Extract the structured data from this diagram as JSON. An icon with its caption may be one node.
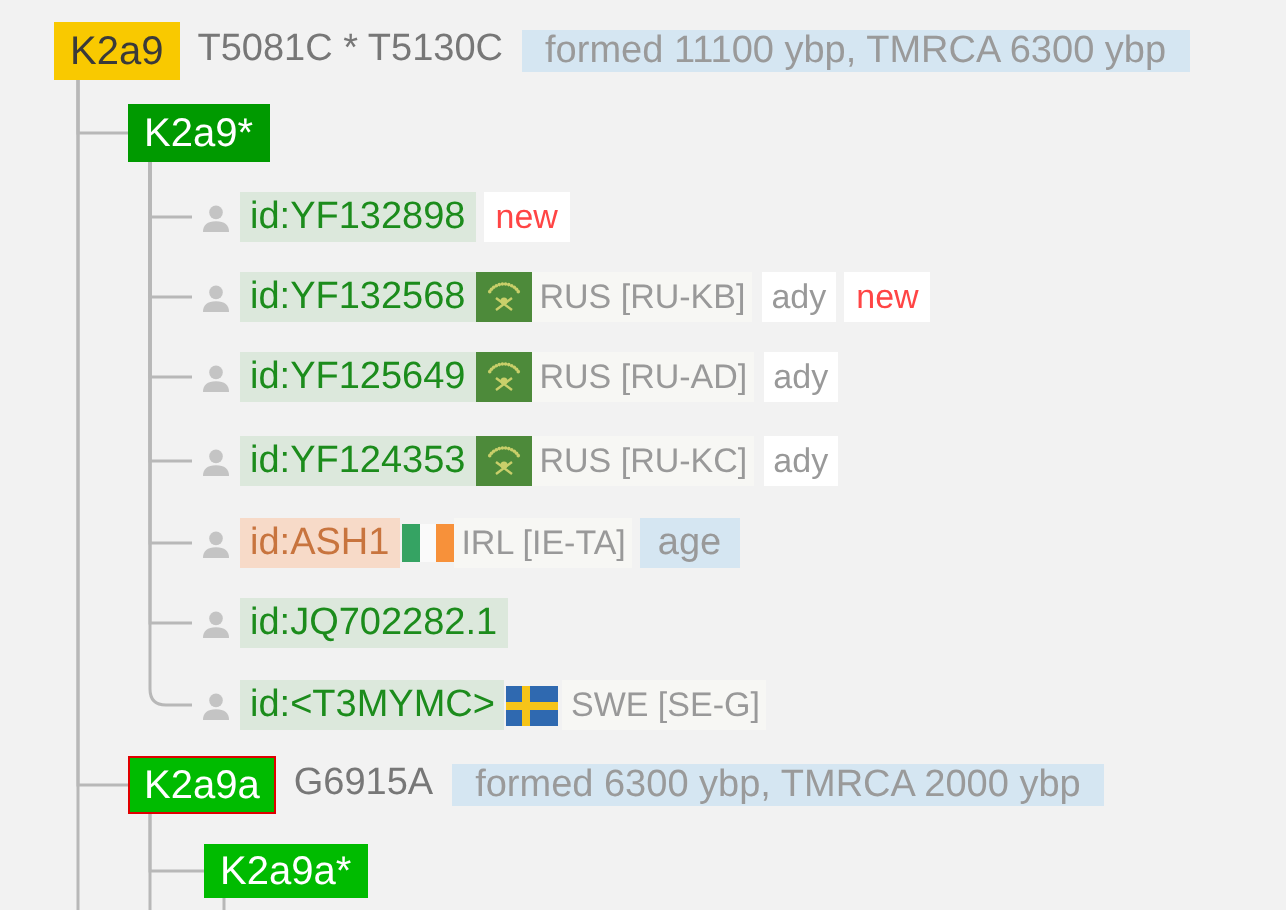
{
  "diagram": {
    "nodes": [
      {
        "text": [
          "K2a9"
        ],
        "beside": [
          "T5081C * T5130C",
          "formed 11100 ybp, TMRCA 6300 ybp"
        ]
      },
      {
        "text": [
          "K2a9*"
        ]
      },
      {
        "text": [
          "id:YF132898"
        ],
        "beside": [
          "new"
        ]
      },
      {
        "text": [
          "id:YF132568"
        ],
        "beside": [
          "RUS [RU-KB]",
          "ady",
          "new"
        ]
      },
      {
        "text": [
          "id:YF125649"
        ],
        "beside": [
          "RUS [RU-AD]",
          "ady"
        ]
      },
      {
        "text": [
          "id:YF124353"
        ],
        "beside": [
          "RUS [RU-KC]",
          "ady"
        ]
      },
      {
        "text": [
          "id:ASH1"
        ],
        "beside": [
          "IRL [IE-TA]",
          "age"
        ]
      },
      {
        "text": [
          "id:JQ702282.1"
        ]
      },
      {
        "text": [
          "id:<T3MYMC>"
        ],
        "beside": [
          "SWE [SE-G]"
        ]
      },
      {
        "text": [
          "K2a9a"
        ],
        "beside": [
          "G6915A",
          "formed 6300 ybp, TMRCA 2000 ybp"
        ]
      },
      {
        "text": [
          "K2a9a*"
        ]
      }
    ],
    "edges": [
      {
        "from": 0,
        "to": 1,
        "arrow": "none"
      },
      {
        "from": 1,
        "to": 2,
        "arrow": "none"
      },
      {
        "from": 1,
        "to": 3,
        "arrow": "none"
      },
      {
        "from": 1,
        "to": 4,
        "arrow": "none"
      },
      {
        "from": 1,
        "to": 5,
        "arrow": "none"
      },
      {
        "from": 1,
        "to": 6,
        "arrow": "none"
      },
      {
        "from": 1,
        "to": 7,
        "arrow": "none"
      },
      {
        "from": 1,
        "to": 8,
        "arrow": "none"
      },
      {
        "from": 0,
        "to": 9,
        "arrow": "none"
      },
      {
        "from": 9,
        "to": 10,
        "arrow": "none"
      },
      {
        "from": 10,
        "to": null,
        "arrow": "none"
      },
      {
        "from": 9,
        "to": null,
        "arrow": "none"
      },
      {
        "from": 0,
        "to": null,
        "arrow": "none"
      }
    ]
  }
}
